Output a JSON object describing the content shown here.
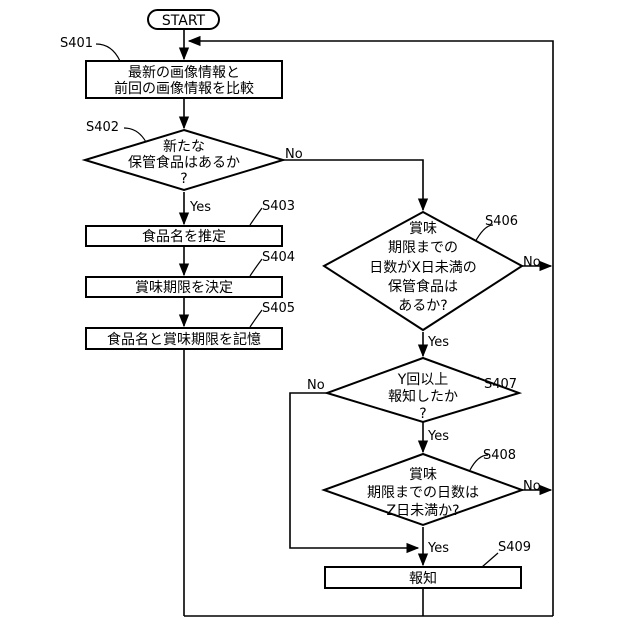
{
  "start": "START",
  "steps": {
    "s401": {
      "id": "S401",
      "lines": [
        "最新の画像情報と",
        "前回の画像情報を比較"
      ]
    },
    "s402": {
      "id": "S402",
      "lines": [
        "新たな",
        "保管食品はあるか",
        "?"
      ]
    },
    "s403": {
      "id": "S403",
      "lines": [
        "食品名を推定"
      ]
    },
    "s404": {
      "id": "S404",
      "lines": [
        "賞味期限を決定"
      ]
    },
    "s405": {
      "id": "S405",
      "lines": [
        "食品名と賞味期限を記憶"
      ]
    },
    "s406": {
      "id": "S406",
      "lines": [
        "賞味",
        "期限までの",
        "日数がX日未満の",
        "保管食品は",
        "あるか?"
      ]
    },
    "s407": {
      "id": "S407",
      "lines": [
        "Y回以上",
        "報知したか",
        "?"
      ]
    },
    "s408": {
      "id": "S408",
      "lines": [
        "賞味",
        "期限までの日数は",
        "Z日未満か?"
      ]
    },
    "s409": {
      "id": "S409",
      "lines": [
        "報知"
      ]
    }
  },
  "edges": {
    "s402_yes": "Yes",
    "s402_no": "No",
    "s406_yes": "Yes",
    "s406_no": "No",
    "s407_yes": "Yes",
    "s407_no": "No",
    "s408_yes": "Yes",
    "s408_no": "No"
  }
}
